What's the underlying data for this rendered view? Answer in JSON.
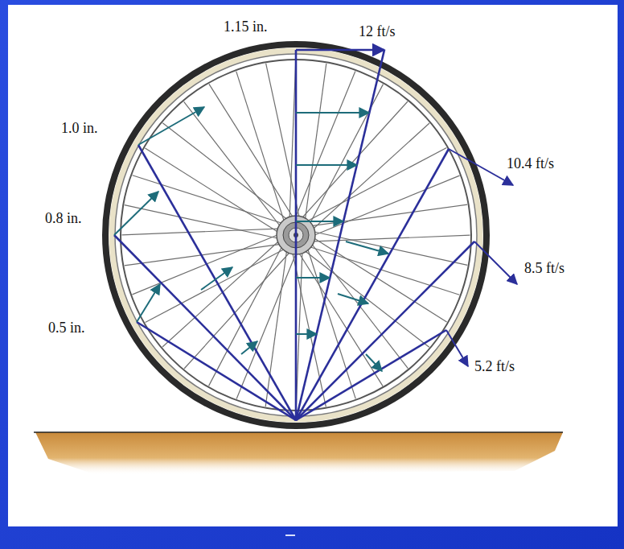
{
  "diagram": {
    "labels": [
      "1.15 in.",
      "12 ft/s",
      "1.0 in.",
      "10.4 ft/s",
      "0.8 in.",
      "8.5 ft/s",
      "0.5 in.",
      "5.2 ft/s"
    ]
  }
}
